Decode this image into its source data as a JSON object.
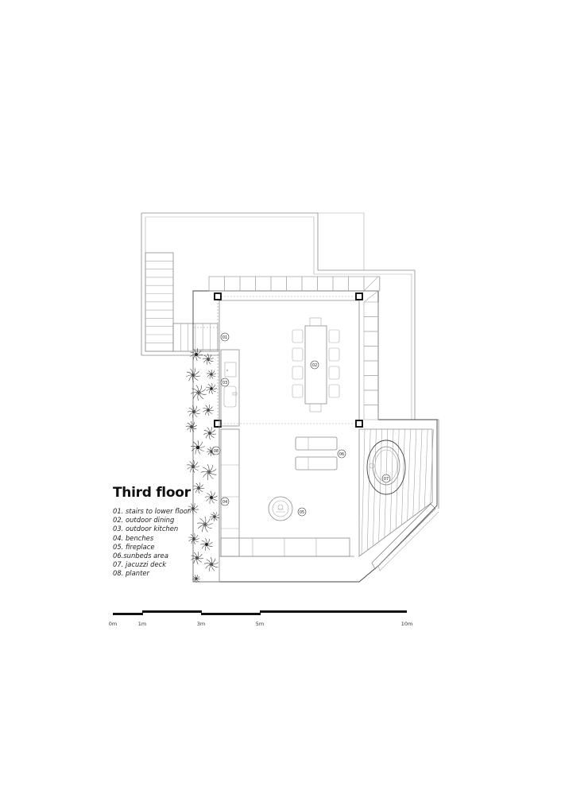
{
  "title": "Third floor",
  "legend": [
    {
      "text": "01. stairs to lower floor"
    },
    {
      "text": "02. outdoor dining"
    },
    {
      "text": "03. outdoor kitchen"
    },
    {
      "text": "04. benches"
    },
    {
      "text": "05. fireplace"
    },
    {
      "text": "06.sunbeds area"
    },
    {
      "text": "07. jacuzzi deck"
    },
    {
      "text": "08. planter"
    }
  ],
  "tags": [
    "01",
    "02",
    "03",
    "04",
    "05",
    "06",
    "07",
    "08"
  ],
  "scale": {
    "ticks": [
      {
        "label": "0m",
        "value": 0
      },
      {
        "label": "1m",
        "value": 1
      },
      {
        "label": "3m",
        "value": 3
      },
      {
        "label": "5m",
        "value": 5
      },
      {
        "label": "10m",
        "value": 10
      }
    ]
  }
}
